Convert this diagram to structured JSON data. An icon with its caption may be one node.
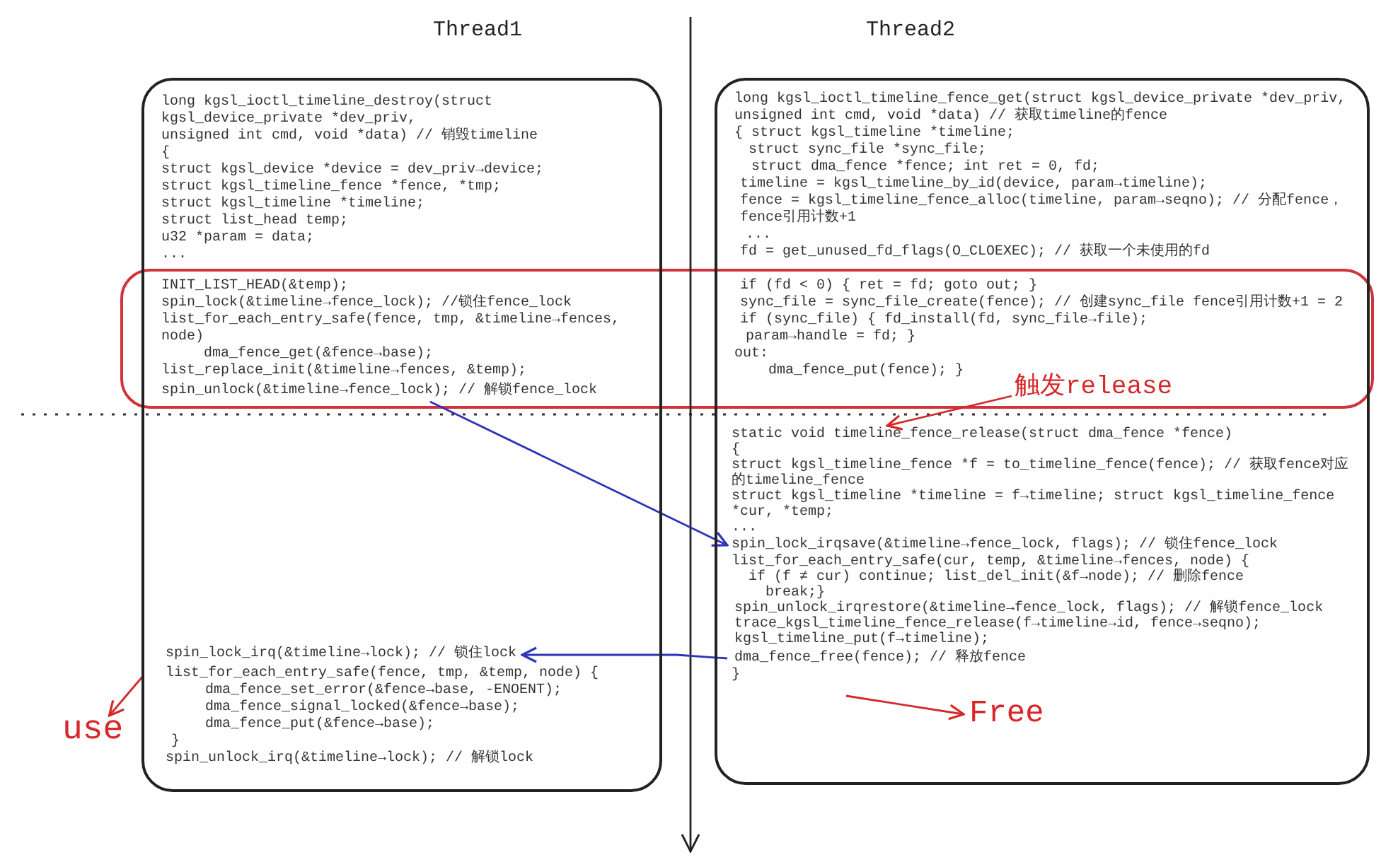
{
  "diagram": {
    "nodes": [
      {
        "text": [],
        "shape": "box"
      },
      {
        "text": [
          "long kgsl_ioctl_timeline_destroy(struct kgsl_device_private *dev_priv,",
          "unsigned int cmd, void *data) // 销毁timeline",
          "{",
          "struct kgsl_device *device = dev_priv→device;",
          "struct kgsl_timeline_fence *fence, *tmp;",
          "struct kgsl_timeline *timeline;",
          "struct list_head temp;",
          "u32 *param = data;",
          "..."
        ],
        "in": 0
      },
      {
        "text": [
          "INIT_LIST_HEAD(&temp);",
          "spin_lock(&timeline→fence_lock); //锁住fence_lock",
          "list_for_each_entry_safe(fence, tmp, &timeline→fences, node)",
          "dma_fence_get(&fence→base);",
          "list_replace_init(&timeline→fences, &temp);"
        ],
        "in": 0
      },
      {
        "text": [
          "spin_unlock(&timeline→fence_lock); // 解锁fence_lock"
        ],
        "in": 0
      },
      {
        "text": [
          "spin_lock_irq(&timeline→lock); // 锁住lock"
        ],
        "in": 0
      },
      {
        "text": [
          "list_for_each_entry_safe(fence, tmp, &temp, node) {",
          "dma_fence_set_error(&fence→base, -ENOENT);",
          "dma_fence_signal_locked(&fence→base);",
          "dma_fence_put(&fence→base);",
          "}",
          "spin_unlock_irq(&timeline→lock); // 解锁lock"
        ],
        "in": 0
      },
      {
        "text": [],
        "shape": "box"
      },
      {
        "text": [
          "long kgsl_ioctl_timeline_fence_get(struct kgsl_device_private *dev_priv,",
          "unsigned int cmd, void *data) // 获取timeline的fence",
          "{  struct kgsl_timeline *timeline;",
          "struct sync_file *sync_file;",
          "struct dma_fence *fence;  int ret = 0, fd;",
          "timeline = kgsl_timeline_by_id(device, param→timeline);",
          "fence = kgsl_timeline_fence_alloc(timeline, param→seqno); // 分配fence，fence引用计数+1",
          "...",
          "fd = get_unused_fd_flags(O_CLOEXEC);  // 获取一个未使用的fd"
        ],
        "in": 6
      },
      {
        "text": [
          "if (fd < 0) { ret = fd; goto out; }",
          "sync_file = sync_file_create(fence); // 创建sync_file fence引用计数+1  = 2",
          "if (sync_file) {  fd_install(fd, sync_file→file);",
          "param→handle = fd; }",
          "out:",
          "dma_fence_put(fence);   }"
        ],
        "in": 6
      },
      {
        "text": [
          "static void timeline_fence_release(struct dma_fence *fence)",
          "{",
          "struct kgsl_timeline_fence *f = to_timeline_fence(fence); // 获取fence对应的timeline_fence",
          "struct kgsl_timeline *timeline = f→timeline; struct kgsl_timeline_fence *cur, *temp;",
          "..."
        ],
        "in": 6
      },
      {
        "text": [
          "spin_lock_irqsave(&timeline→fence_lock, flags); // 锁住fence_lock"
        ],
        "in": 6
      },
      {
        "text": [
          "list_for_each_entry_safe(cur, temp, &timeline→fences, node) {",
          "if (f ≠ cur) continue; list_del_init(&f→node); // 删除fence",
          "break;}",
          "spin_unlock_irqrestore(&timeline→fence_lock, flags); // 解锁fence_lock",
          "trace_kgsl_timeline_fence_release(f→timeline→id, fence→seqno);",
          "kgsl_timeline_put(f→timeline);"
        ],
        "in": 6
      },
      {
        "text": [
          "dma_fence_free(fence); // 释放fence"
        ],
        "in": 6
      },
      {
        "text": [
          "}"
        ],
        "in": 6
      },
      {
        "text": [
          "触发release"
        ],
        "in": 6
      },
      {
        "text": [
          "Free"
        ],
        "in": 6
      },
      {
        "text": [
          "use"
        ]
      }
    ],
    "edges": [
      {
        "from": 3,
        "to": 10,
        "arrow": "to",
        "color": "#2e34b8"
      },
      {
        "from": 12,
        "to": 4,
        "arrow": "to",
        "color": "#2e34b8"
      },
      {
        "from": 14,
        "to": 9,
        "arrow": "to",
        "color": "#d62828"
      },
      {
        "from": null,
        "to": 15,
        "arrow": "to",
        "color": "#d62828"
      },
      {
        "from": 0,
        "to": 16,
        "arrow": "to",
        "color": "#d62828"
      }
    ],
    "labels": [
      "Thread1",
      "Thread2"
    ]
  }
}
